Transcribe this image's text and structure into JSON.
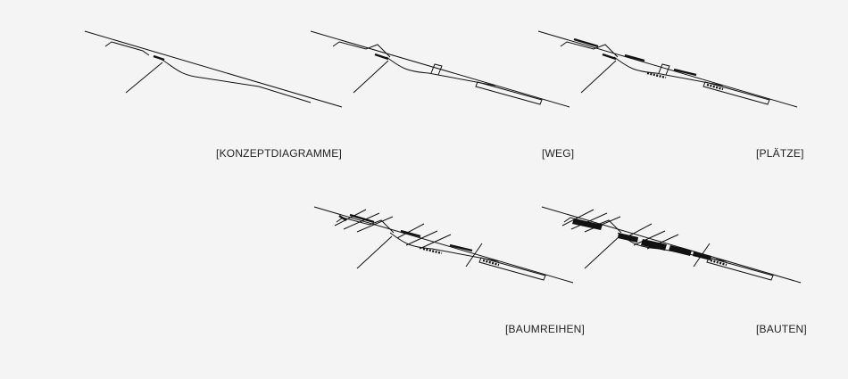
{
  "labels": {
    "konzept": "[KONZEPTDIAGRAMME]",
    "weg": "[WEG]",
    "plaetze": "[PLÄTZE]",
    "baumreihen": "[BAUMREIHEN]",
    "bauten": "[BAUTEN]"
  }
}
